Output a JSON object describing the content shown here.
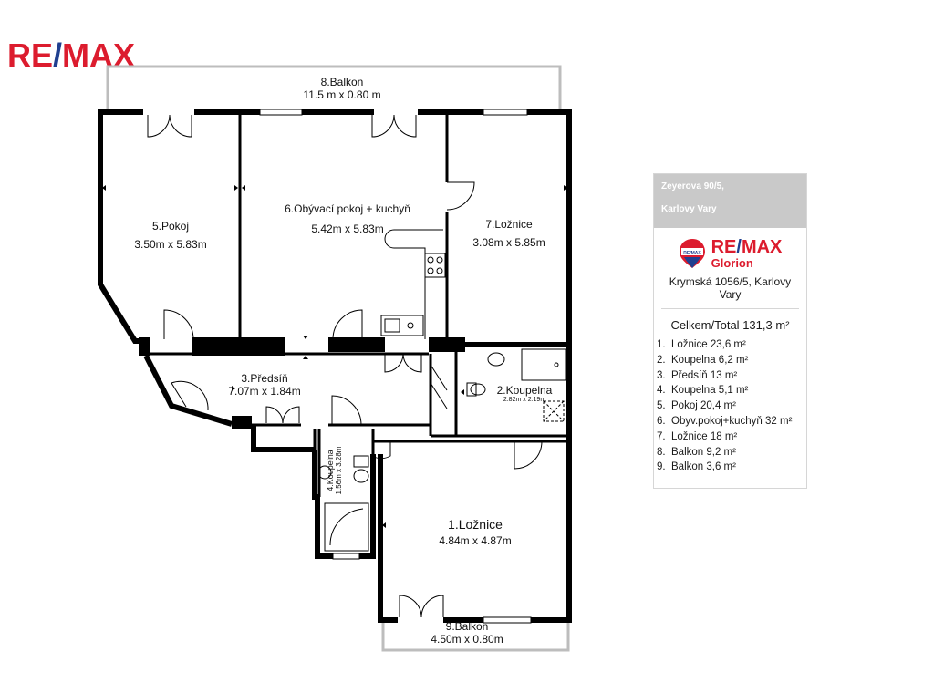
{
  "brand": {
    "logo_text_left": "RE",
    "logo_slash": "/",
    "logo_text_right": "MAX",
    "office": "Glorion",
    "balloon_label": "RE/MAX"
  },
  "colors": {
    "brand_red": "#dc1c2e",
    "brand_blue": "#1f3f8f",
    "wall": "#000000",
    "panel_header": "#c9c9c9"
  },
  "property": {
    "street": "Zeyerova 90/5,",
    "city": "Karlovy Vary",
    "office_address": "Krymská 1056/5, Karlovy Vary",
    "total_label": "Celkem/Total",
    "total_value": "131,3",
    "total_unit": "m²"
  },
  "area_list": [
    {
      "num": "1.",
      "text": "Ložnice 23,6 m²"
    },
    {
      "num": "2.",
      "text": "Koupelna 6,2 m²"
    },
    {
      "num": "3.",
      "text": "Předsíň 13 m²"
    },
    {
      "num": "4.",
      "text": "Koupelna 5,1 m²"
    },
    {
      "num": "5.",
      "text": "Pokoj 20,4 m²"
    },
    {
      "num": "6.",
      "text": "Obyv.pokoj+kuchyň 32 m²"
    },
    {
      "num": "7.",
      "text": "Ložnice 18 m²"
    },
    {
      "num": "8.",
      "text": "Balkon 9,2 m²"
    },
    {
      "num": "9.",
      "text": "Balkon 3,6 m²"
    }
  ],
  "rooms": {
    "balkon8": {
      "name": "8.Balkon",
      "size": "11.5 m  x  0.80 m"
    },
    "pokoj5": {
      "name": "5.Pokoj",
      "size": "3.50m  x  5.83m"
    },
    "obyvaci6": {
      "name": "6.Obývací pokoj + kuchyň",
      "size": "5.42m  x  5.83m"
    },
    "loznice7": {
      "name": "7.Ložnice",
      "size": "3.08m  x  5.85m"
    },
    "predsin3": {
      "name": "3.Předsíň",
      "size": "7.07m  x  1.84m"
    },
    "koupelna2": {
      "name": "2.Koupelna",
      "size": "2.82m x 2.19m"
    },
    "koupelna4": {
      "name": "4.Koupelna",
      "size": "1.56m x 3.28m"
    },
    "loznice1": {
      "name": "1.Ložnice",
      "size": "4.84m  x  4.87m"
    },
    "balkon9": {
      "name": "9.Balkon",
      "size": "4.50m  x  0.80m"
    }
  }
}
